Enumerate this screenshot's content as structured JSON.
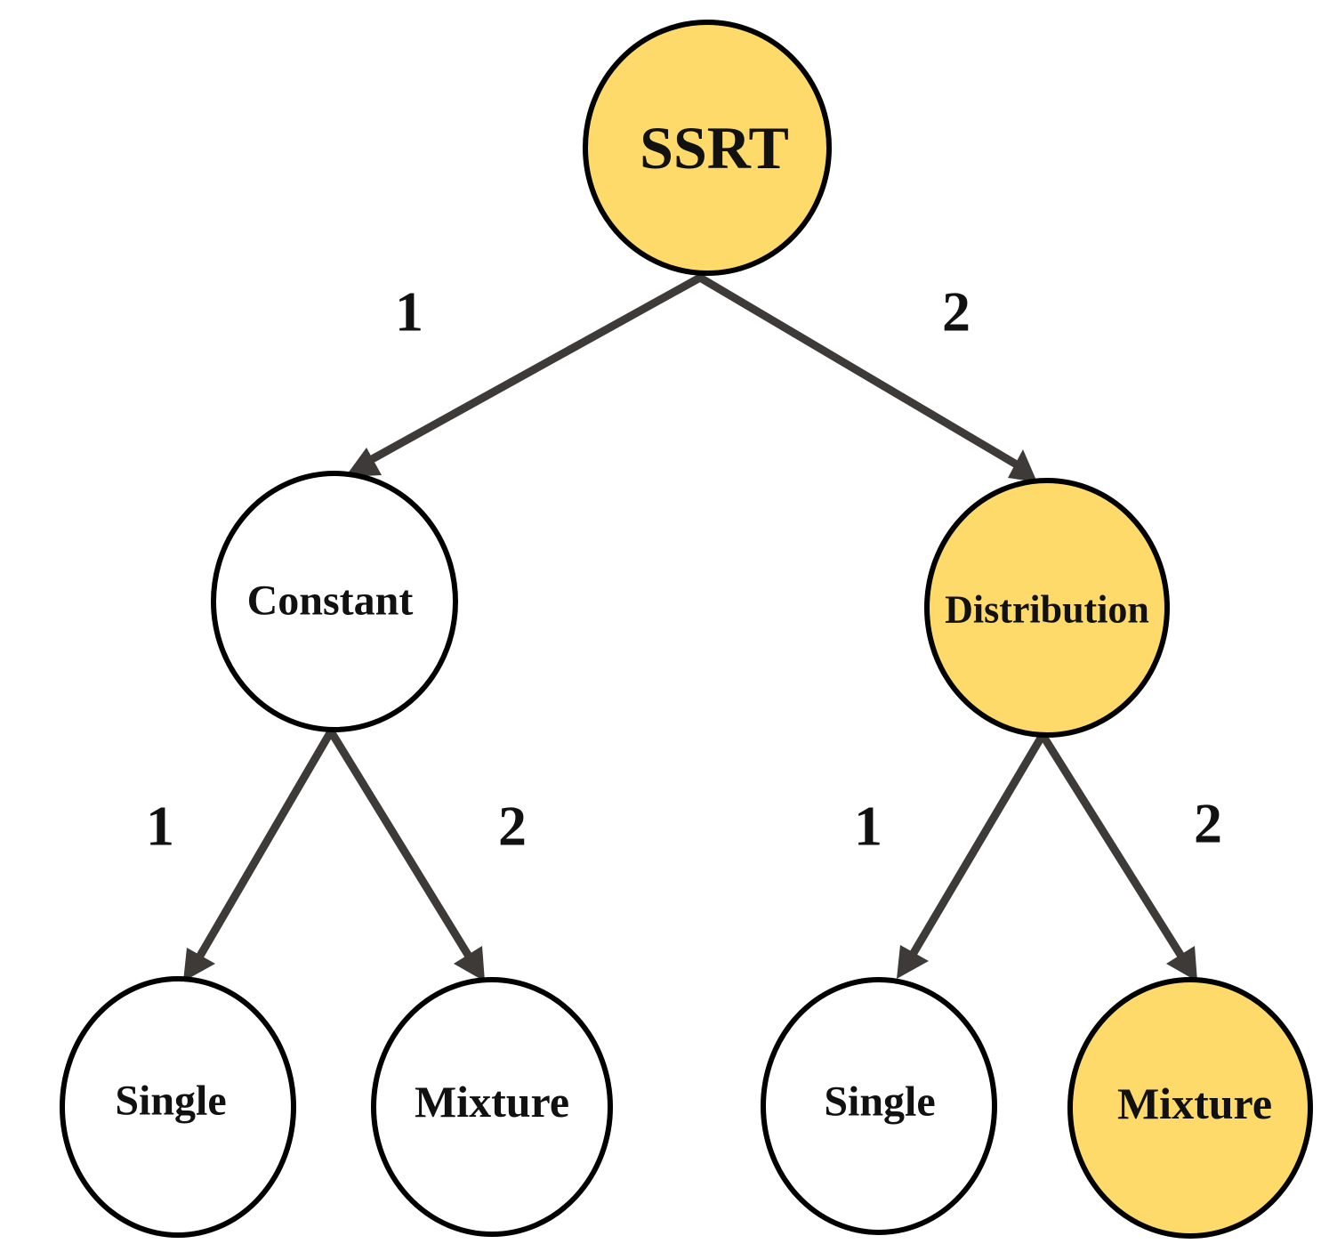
{
  "colors": {
    "highlight": "#fdda6a",
    "plain": "#ffffff",
    "edge": "#3d3a37",
    "outline": "#000000"
  },
  "nodes": {
    "root": {
      "label": "SSRT",
      "highlighted": true
    },
    "constant": {
      "label": "Constant",
      "highlighted": false
    },
    "distribution": {
      "label": "Distribution",
      "highlighted": true
    },
    "constant_single": {
      "label": "Single",
      "highlighted": false
    },
    "constant_mixture": {
      "label": "Mixture",
      "highlighted": false
    },
    "distribution_single": {
      "label": "Single",
      "highlighted": false
    },
    "distribution_mixture": {
      "label": "Mixture",
      "highlighted": true
    }
  },
  "edges": {
    "root_to_constant": {
      "label": "1"
    },
    "root_to_distribution": {
      "label": "2"
    },
    "constant_to_single": {
      "label": "1"
    },
    "constant_to_mixture": {
      "label": "2"
    },
    "distribution_to_single": {
      "label": "1"
    },
    "distribution_to_mixture": {
      "label": "2"
    }
  }
}
